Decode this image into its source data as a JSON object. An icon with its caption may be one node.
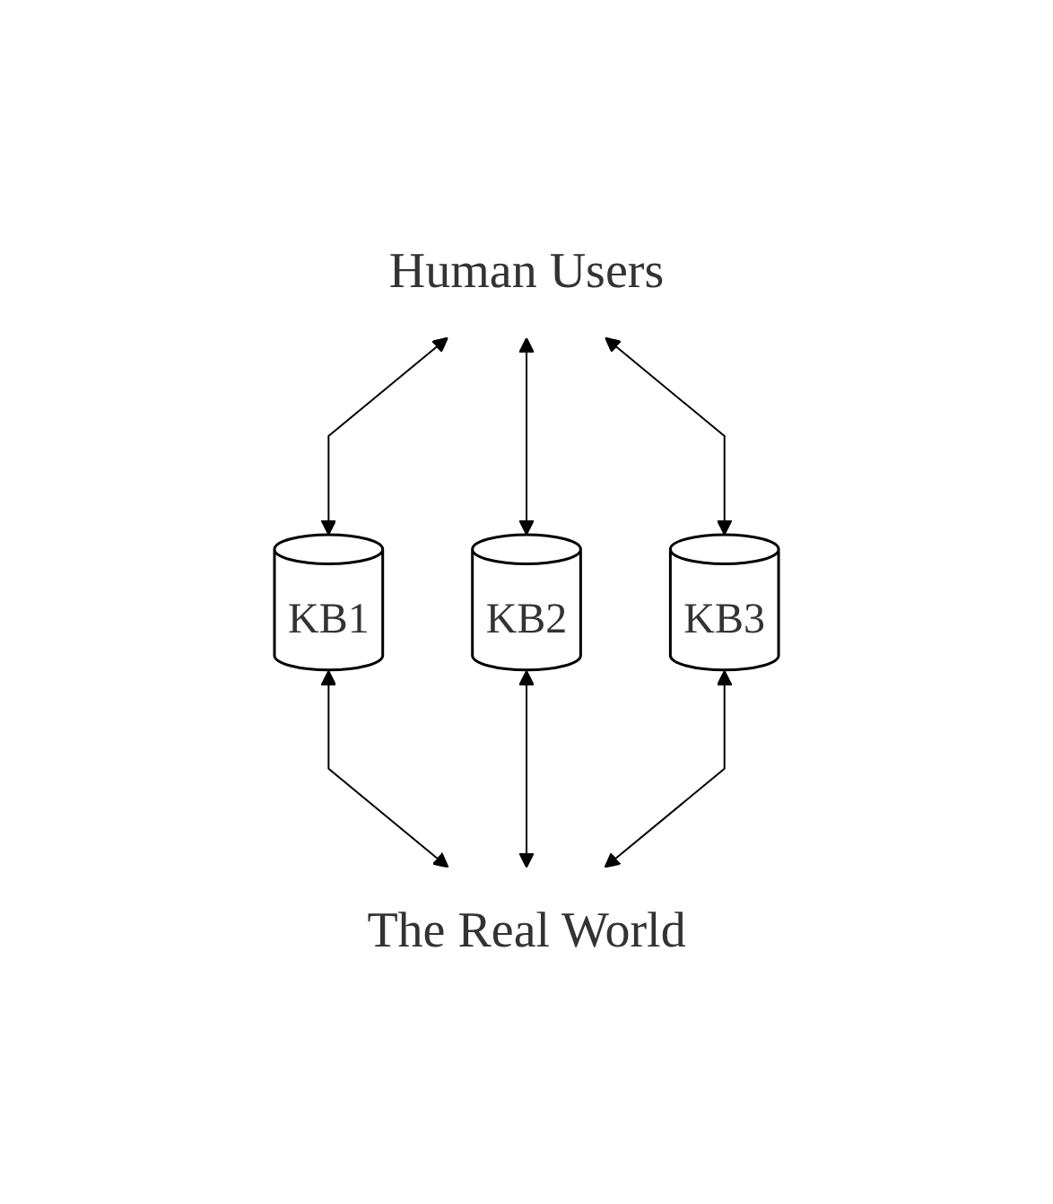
{
  "diagram": {
    "nodes": [
      {
        "text": [
          "Human Users"
        ]
      },
      {
        "text": [
          "KB1"
        ]
      },
      {
        "text": [
          "KB2"
        ]
      },
      {
        "text": [
          "KB3"
        ]
      },
      {
        "text": [
          "The Real World"
        ]
      }
    ],
    "edges": [
      {
        "from": 0,
        "to": 1,
        "arrow": "both"
      },
      {
        "from": 0,
        "to": 2,
        "arrow": "both"
      },
      {
        "from": 0,
        "to": 3,
        "arrow": "both"
      },
      {
        "from": 1,
        "to": 4,
        "arrow": "both"
      },
      {
        "from": 2,
        "to": 4,
        "arrow": "both"
      },
      {
        "from": 3,
        "to": 4,
        "arrow": "both"
      }
    ]
  }
}
